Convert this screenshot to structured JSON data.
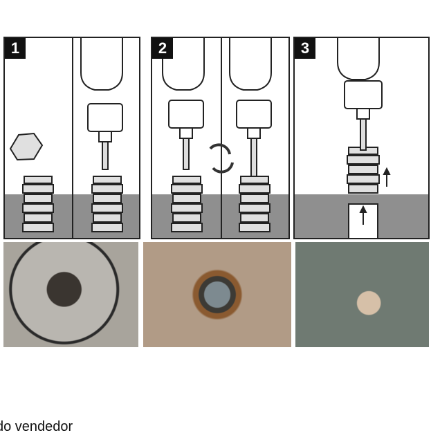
{
  "steps": [
    {
      "number": "1"
    },
    {
      "number": "2"
    },
    {
      "number": "3"
    }
  ],
  "caption": "do vendedor",
  "colors": {
    "ground": "#8f8f8f",
    "screw": "#e0e0e0",
    "outline": "#222222",
    "rotate": "#333333"
  }
}
